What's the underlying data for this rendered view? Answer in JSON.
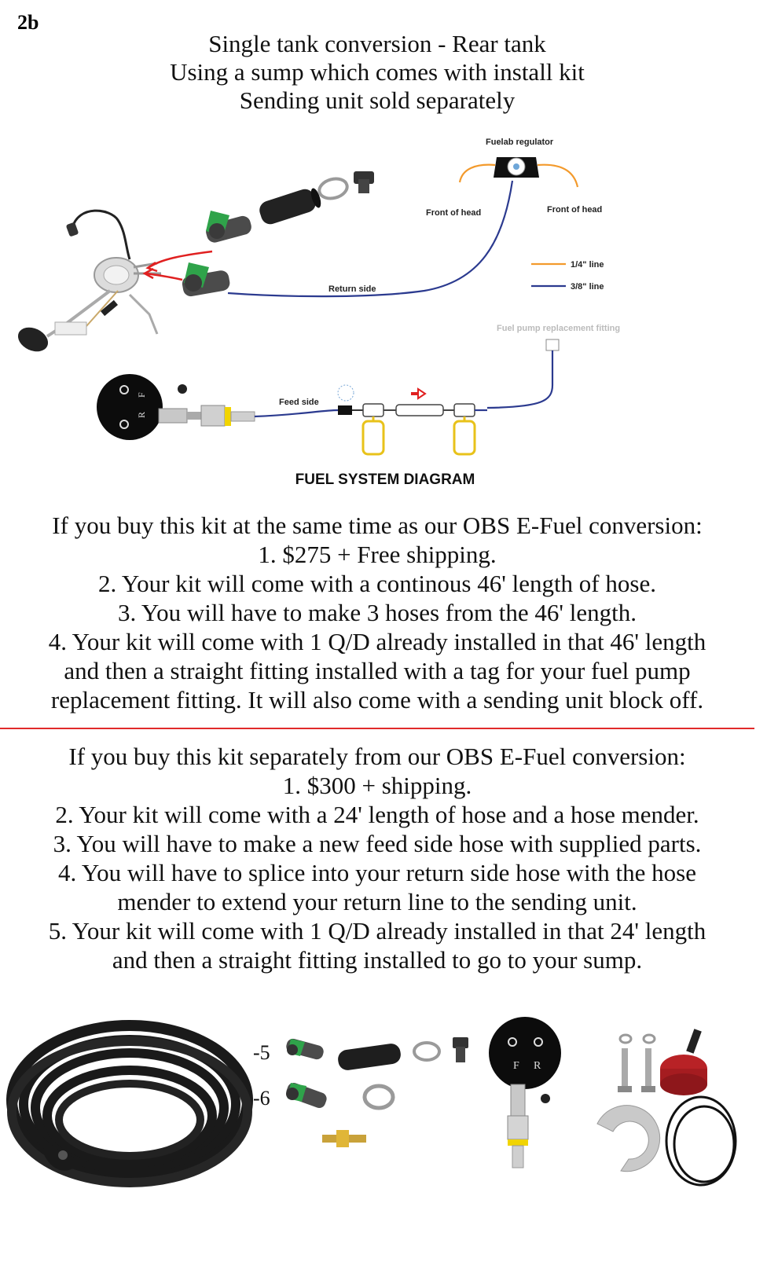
{
  "badge": "2b",
  "header": {
    "line1": "Single tank conversion - Rear tank",
    "line2": "Using a sump which comes with install kit",
    "line3": "Sending unit sold separately"
  },
  "diagram": {
    "regulator_label": "Fuelab regulator",
    "front_head_left": "Front of head",
    "front_head_right": "Front of head",
    "return_side": "Return side",
    "feed_side": "Feed side",
    "fitting_label": "Fuel pump replacement fitting",
    "legend": [
      {
        "label": "1/4\" line",
        "color": "#f39a2c"
      },
      {
        "label": "3/8\" line",
        "color": "#2b3a8f"
      }
    ],
    "title": "FUEL SYSTEM DIAGRAM",
    "sump_letters": [
      "F",
      "R"
    ]
  },
  "block1": {
    "intro": "If you buy this kit at the same time as our OBS E-Fuel conversion:",
    "lines": [
      "1. $275 + Free shipping.",
      "2. Your kit will come with a continous 46' length of hose.",
      "3. You will have to make 3 hoses from the 46' length.",
      "4. Your kit will come with 1 Q/D already installed in that 46' length",
      "and then a straight fitting installed with a tag for your fuel pump",
      "replacement fitting. It will also come with a sending unit block off."
    ]
  },
  "block2": {
    "intro": "If you buy this kit separately from our OBS E-Fuel conversion:",
    "lines": [
      "1. $300 + shipping.",
      "2. Your kit will come with a 24' length of hose and a hose mender.",
      "3. You will have to make a new feed side hose with supplied parts.",
      "4. You will have to splice into your return side hose with the hose",
      "mender to extend your return line to the sending unit.",
      "5. Your kit will come with 1 Q/D already installed in that 24' length",
      "and then a straight fitting installed to go to your sump."
    ]
  },
  "parts": {
    "size_labels": [
      "-5",
      "-6"
    ],
    "sump_letters": [
      "F",
      "R"
    ]
  },
  "colors": {
    "divider": "#e12a2a",
    "return_arrow": "#e02020",
    "qd_green": "#2fa34a",
    "filter_yellow": "#e8c21a"
  }
}
